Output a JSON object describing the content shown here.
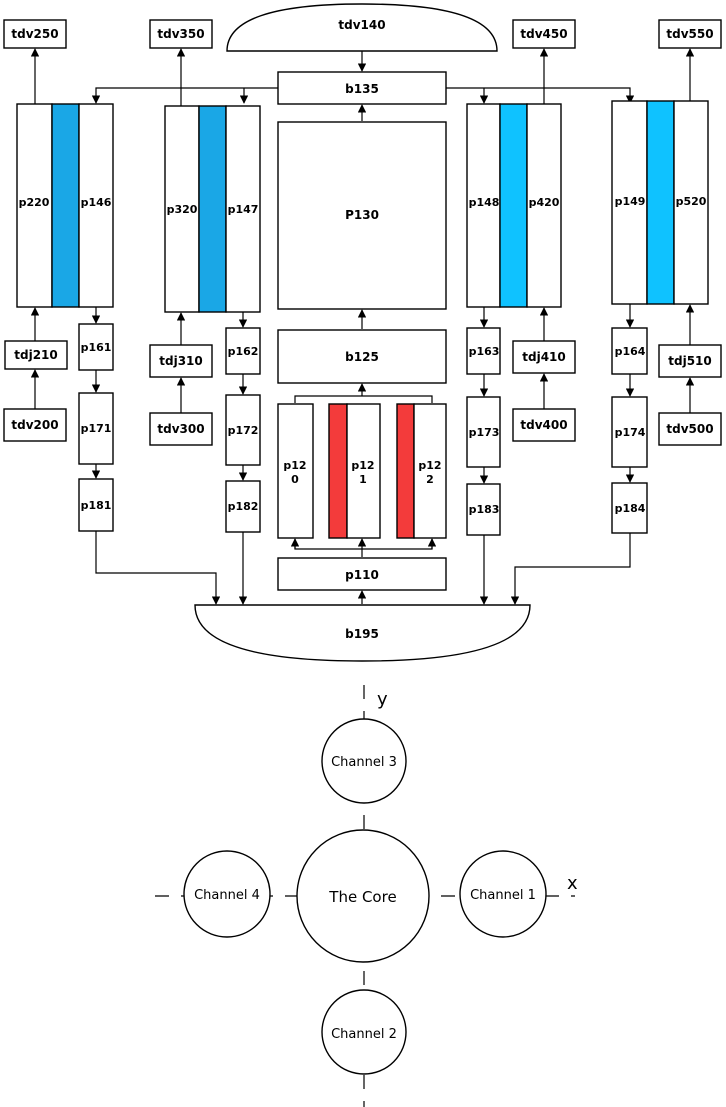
{
  "top": {
    "tdv140": "tdv140",
    "b135": "b135",
    "tdv250": "tdv250",
    "tdv350": "tdv350",
    "tdv450": "tdv450",
    "tdv550": "tdv550"
  },
  "core": {
    "p130": "P130",
    "b125": "b125",
    "p120a": "p12",
    "p120b": "0",
    "p121a": "p12",
    "p121b": "1",
    "p122a": "p12",
    "p122b": "2",
    "p110": "p110",
    "b195": "b195"
  },
  "col1": {
    "p220": "p220",
    "p146": "p146",
    "tdj210": "tdj210",
    "tdv200": "tdv200",
    "p161": "p161",
    "p171": "p171",
    "p181": "p181"
  },
  "col2": {
    "p320": "p320",
    "p147": "p147",
    "tdj310": "tdj310",
    "tdv300": "tdv300",
    "p162": "p162",
    "p172": "p172",
    "p182": "p182"
  },
  "col3": {
    "p148": "p148",
    "p420": "p420",
    "tdj410": "tdj410",
    "tdv400": "tdv400",
    "p163": "p163",
    "p173": "p173",
    "p183": "p183"
  },
  "col4": {
    "p149": "p149",
    "p520": "p520",
    "tdj510": "tdj510",
    "tdv500": "tdv500",
    "p164": "p164",
    "p174": "p174",
    "p184": "p184"
  },
  "channels": {
    "ch1": "Channel 1",
    "ch2": "Channel 2",
    "ch3": "Channel 3",
    "ch4": "Channel 4",
    "core": "The Core",
    "x_axis": "x",
    "y_axis": "y"
  },
  "colors": {
    "blue_dark": "#1aa7e6",
    "blue_light": "#0fc2ff",
    "red": "#f33b3b"
  }
}
